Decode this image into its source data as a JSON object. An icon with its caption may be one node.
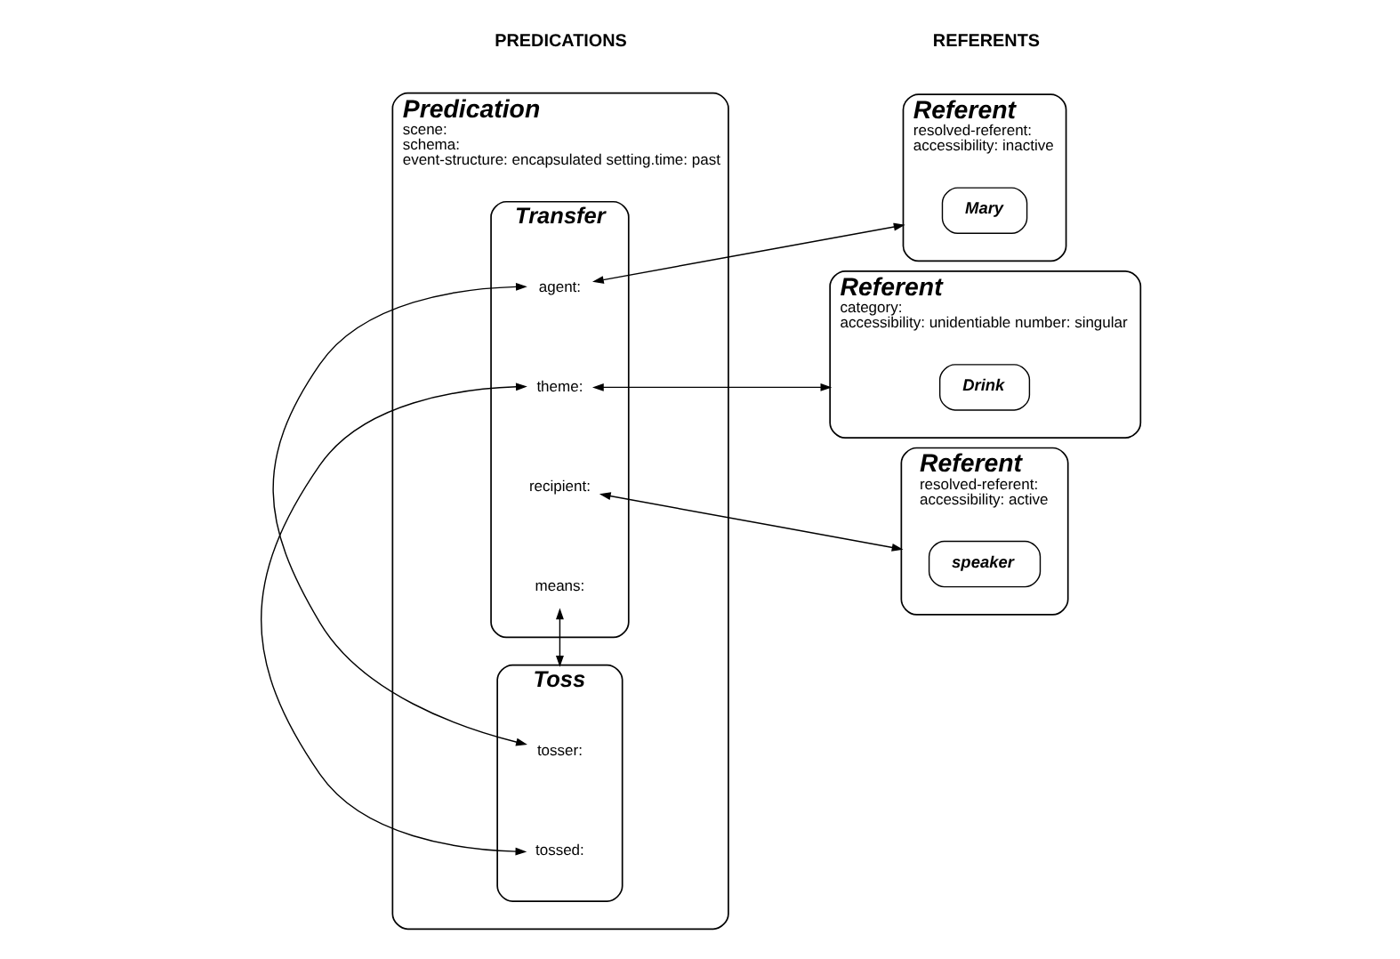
{
  "diagram": {
    "nodes": [
      {
        "text": [
          "Predication",
          "scene:",
          "schema:",
          "event-structure: encapsulated setting.time: past"
        ]
      },
      {
        "text": [
          "Transfer"
        ],
        "in": 0
      },
      {
        "text": [
          "agent:"
        ],
        "in": 1
      },
      {
        "text": [
          "theme:"
        ],
        "in": 1
      },
      {
        "text": [
          "recipient:"
        ],
        "in": 1
      },
      {
        "text": [
          "means:"
        ],
        "in": 1
      },
      {
        "text": [
          "Toss"
        ],
        "in": 0
      },
      {
        "text": [
          "tosser:"
        ],
        "in": 6
      },
      {
        "text": [
          "tossed:"
        ],
        "in": 6
      },
      {
        "text": [
          "Referent",
          "resolved-referent:",
          "accessibility: inactive"
        ]
      },
      {
        "text": [
          "Mary"
        ],
        "in": 9
      },
      {
        "text": [
          "Referent",
          "category:",
          "accessibility: unidentiable number: singular"
        ]
      },
      {
        "text": [
          "Drink"
        ],
        "in": 11
      },
      {
        "text": [
          "Referent",
          "resolved-referent:",
          "accessibility: active"
        ]
      },
      {
        "text": [
          "speaker"
        ],
        "in": 13
      }
    ],
    "edges": [
      {
        "from": 2,
        "to": 9,
        "arrow": "both"
      },
      {
        "from": 3,
        "to": 11,
        "arrow": "both"
      },
      {
        "from": 4,
        "to": 13,
        "arrow": "both"
      },
      {
        "from": 5,
        "to": 6,
        "arrow": "both"
      },
      {
        "from": 2,
        "to": 7,
        "arrow": "both"
      },
      {
        "from": 3,
        "to": 8,
        "arrow": "both"
      }
    ],
    "labels": [
      "PREDICATIONS",
      "REFERENTS"
    ]
  }
}
